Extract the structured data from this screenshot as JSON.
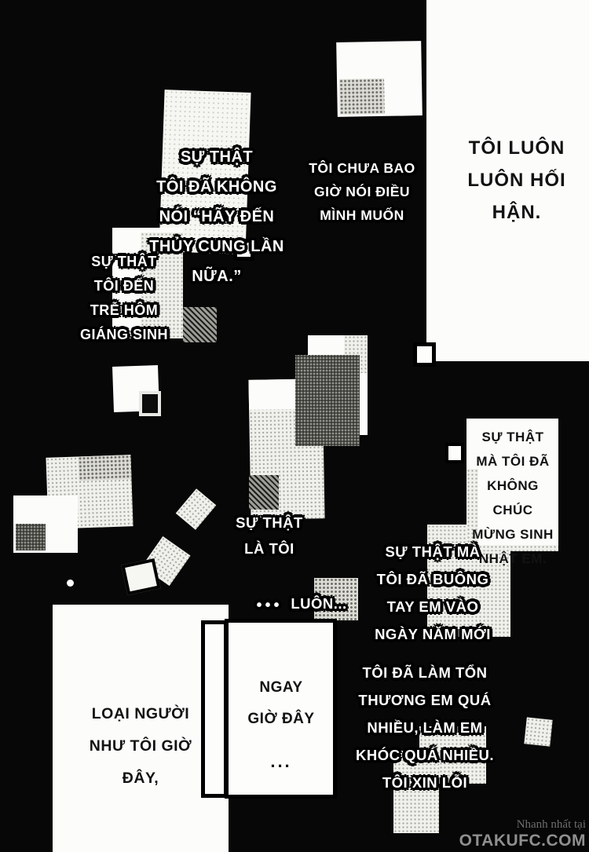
{
  "palette": {
    "background": "#070707",
    "paper": "#fcfcfa",
    "ink": "#121212",
    "outline_text": "#ffffff",
    "watermark_gray": "#8f8f8f"
  },
  "captions": {
    "regret": {
      "lines": [
        "TÔI LUÔN",
        "LUÔN HỐI",
        "HẬN."
      ]
    },
    "aquarium": {
      "lines": [
        "SỰ THẬT",
        "TÔI ĐÃ KHÔNG",
        "NÓI “HÃY ĐẾN",
        "THỦY CUNG LẦN",
        "NỮA.”"
      ]
    },
    "never_said": {
      "lines": [
        "TÔI CHƯA BAO",
        "GIỜ NÓI ĐIỀU",
        "MÌNH MUỐN"
      ]
    },
    "christmas": {
      "lines": [
        "SỰ THẬT",
        "TÔI ĐẾN",
        "TRỄ HÔM",
        "GIÁNG SINH"
      ]
    },
    "birthday": {
      "lines": [
        "SỰ THẬT",
        "MÀ TÔI ĐÃ",
        "KHÔNG CHÚC",
        "MỪNG SINH",
        "NHẬT EM."
      ]
    },
    "truth_is": {
      "lines": [
        "SỰ THẬT",
        "LÀ TÔI",
        "•••"
      ]
    },
    "always": {
      "lines": [
        "LUÔN..."
      ]
    },
    "new_year": {
      "lines": [
        "SỰ THẬT MÀ",
        "TÔI ĐÃ BUÔNG",
        "TAY EM VÀO",
        "NGÀY NĂM MỚI"
      ]
    },
    "right_now": {
      "lines": [
        "NGAY",
        "GIỜ ĐÂY",
        "..."
      ]
    },
    "person_like_me": {
      "lines": [
        "LOẠI NGƯỜI",
        "NHƯ TÔI GIỜ",
        "ĐÂY,"
      ]
    },
    "apology": {
      "lines": [
        "TÔI ĐÃ LÀM TỔN",
        "THƯƠNG EM QUÁ",
        "NHIỀU, LÀM EM",
        "KHÓC QUÁ NHIỀU.",
        "TÔI XIN LỖI"
      ]
    }
  },
  "watermark": {
    "line1": "Nhanh nhất tại",
    "line2": "OTAKUFC.COM"
  }
}
